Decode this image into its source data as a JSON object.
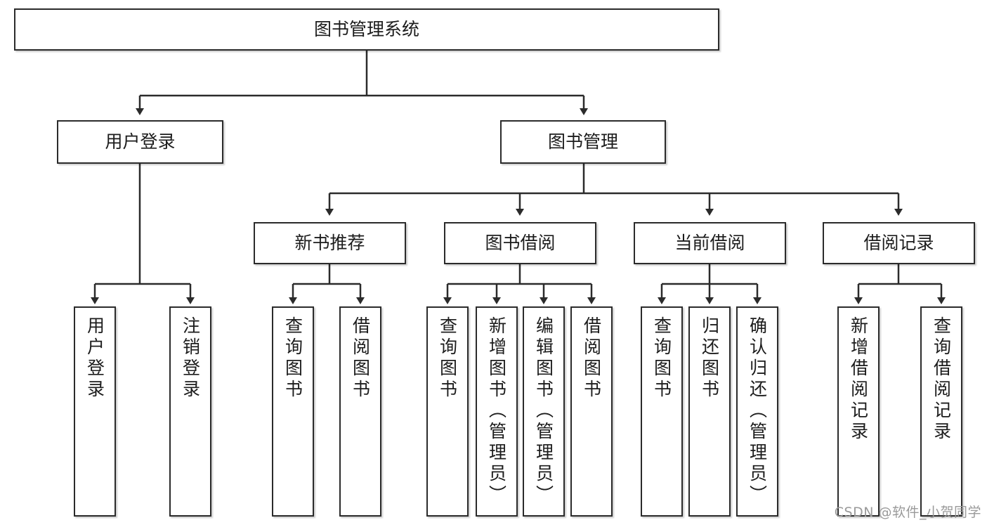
{
  "diagram": {
    "type": "tree-hierarchy",
    "title": "图书管理系统",
    "watermark": "CSDN @软件_小贺同学",
    "colors": {
      "box_border": "#2b2b2b",
      "box_fill": "#ffffff",
      "connector": "#2b2b2b",
      "text": "#1c1c1c",
      "watermark": "#9a9a9a"
    },
    "levels": {
      "root": {
        "label": "图书管理系统"
      },
      "level2": [
        {
          "id": "user-login",
          "label": "用户登录"
        },
        {
          "id": "book-management",
          "label": "图书管理"
        }
      ],
      "level3": [
        {
          "id": "new-book-recommend",
          "label": "新书推荐",
          "parent": "book-management"
        },
        {
          "id": "book-borrow",
          "label": "图书借阅",
          "parent": "book-management"
        },
        {
          "id": "current-borrow",
          "label": "当前借阅",
          "parent": "book-management"
        },
        {
          "id": "borrow-record",
          "label": "借阅记录",
          "parent": "book-management"
        }
      ],
      "leaves": [
        {
          "id": "leaf-user-login",
          "label": "用户登录",
          "parent": "user-login"
        },
        {
          "id": "leaf-logout",
          "label": "注销登录",
          "parent": "user-login"
        },
        {
          "id": "leaf-query-book-1",
          "label": "查询图书",
          "parent": "new-book-recommend"
        },
        {
          "id": "leaf-borrow-book-1",
          "label": "借阅图书",
          "parent": "new-book-recommend"
        },
        {
          "id": "leaf-query-book-2",
          "label": "查询图书",
          "parent": "book-borrow"
        },
        {
          "id": "leaf-add-book",
          "label": "新增图书（管理员）",
          "parent": "book-borrow"
        },
        {
          "id": "leaf-edit-book",
          "label": "编辑图书（管理员）",
          "parent": "book-borrow"
        },
        {
          "id": "leaf-borrow-book-2",
          "label": "借阅图书",
          "parent": "book-borrow"
        },
        {
          "id": "leaf-query-book-3",
          "label": "查询图书",
          "parent": "current-borrow"
        },
        {
          "id": "leaf-return-book",
          "label": "归还图书",
          "parent": "current-borrow"
        },
        {
          "id": "leaf-confirm-return",
          "label": "确认归还（管理员）",
          "parent": "current-borrow"
        },
        {
          "id": "leaf-add-record",
          "label": "新增借阅记录",
          "parent": "borrow-record"
        },
        {
          "id": "leaf-query-record",
          "label": "查询借阅记录",
          "parent": "borrow-record"
        }
      ]
    }
  }
}
